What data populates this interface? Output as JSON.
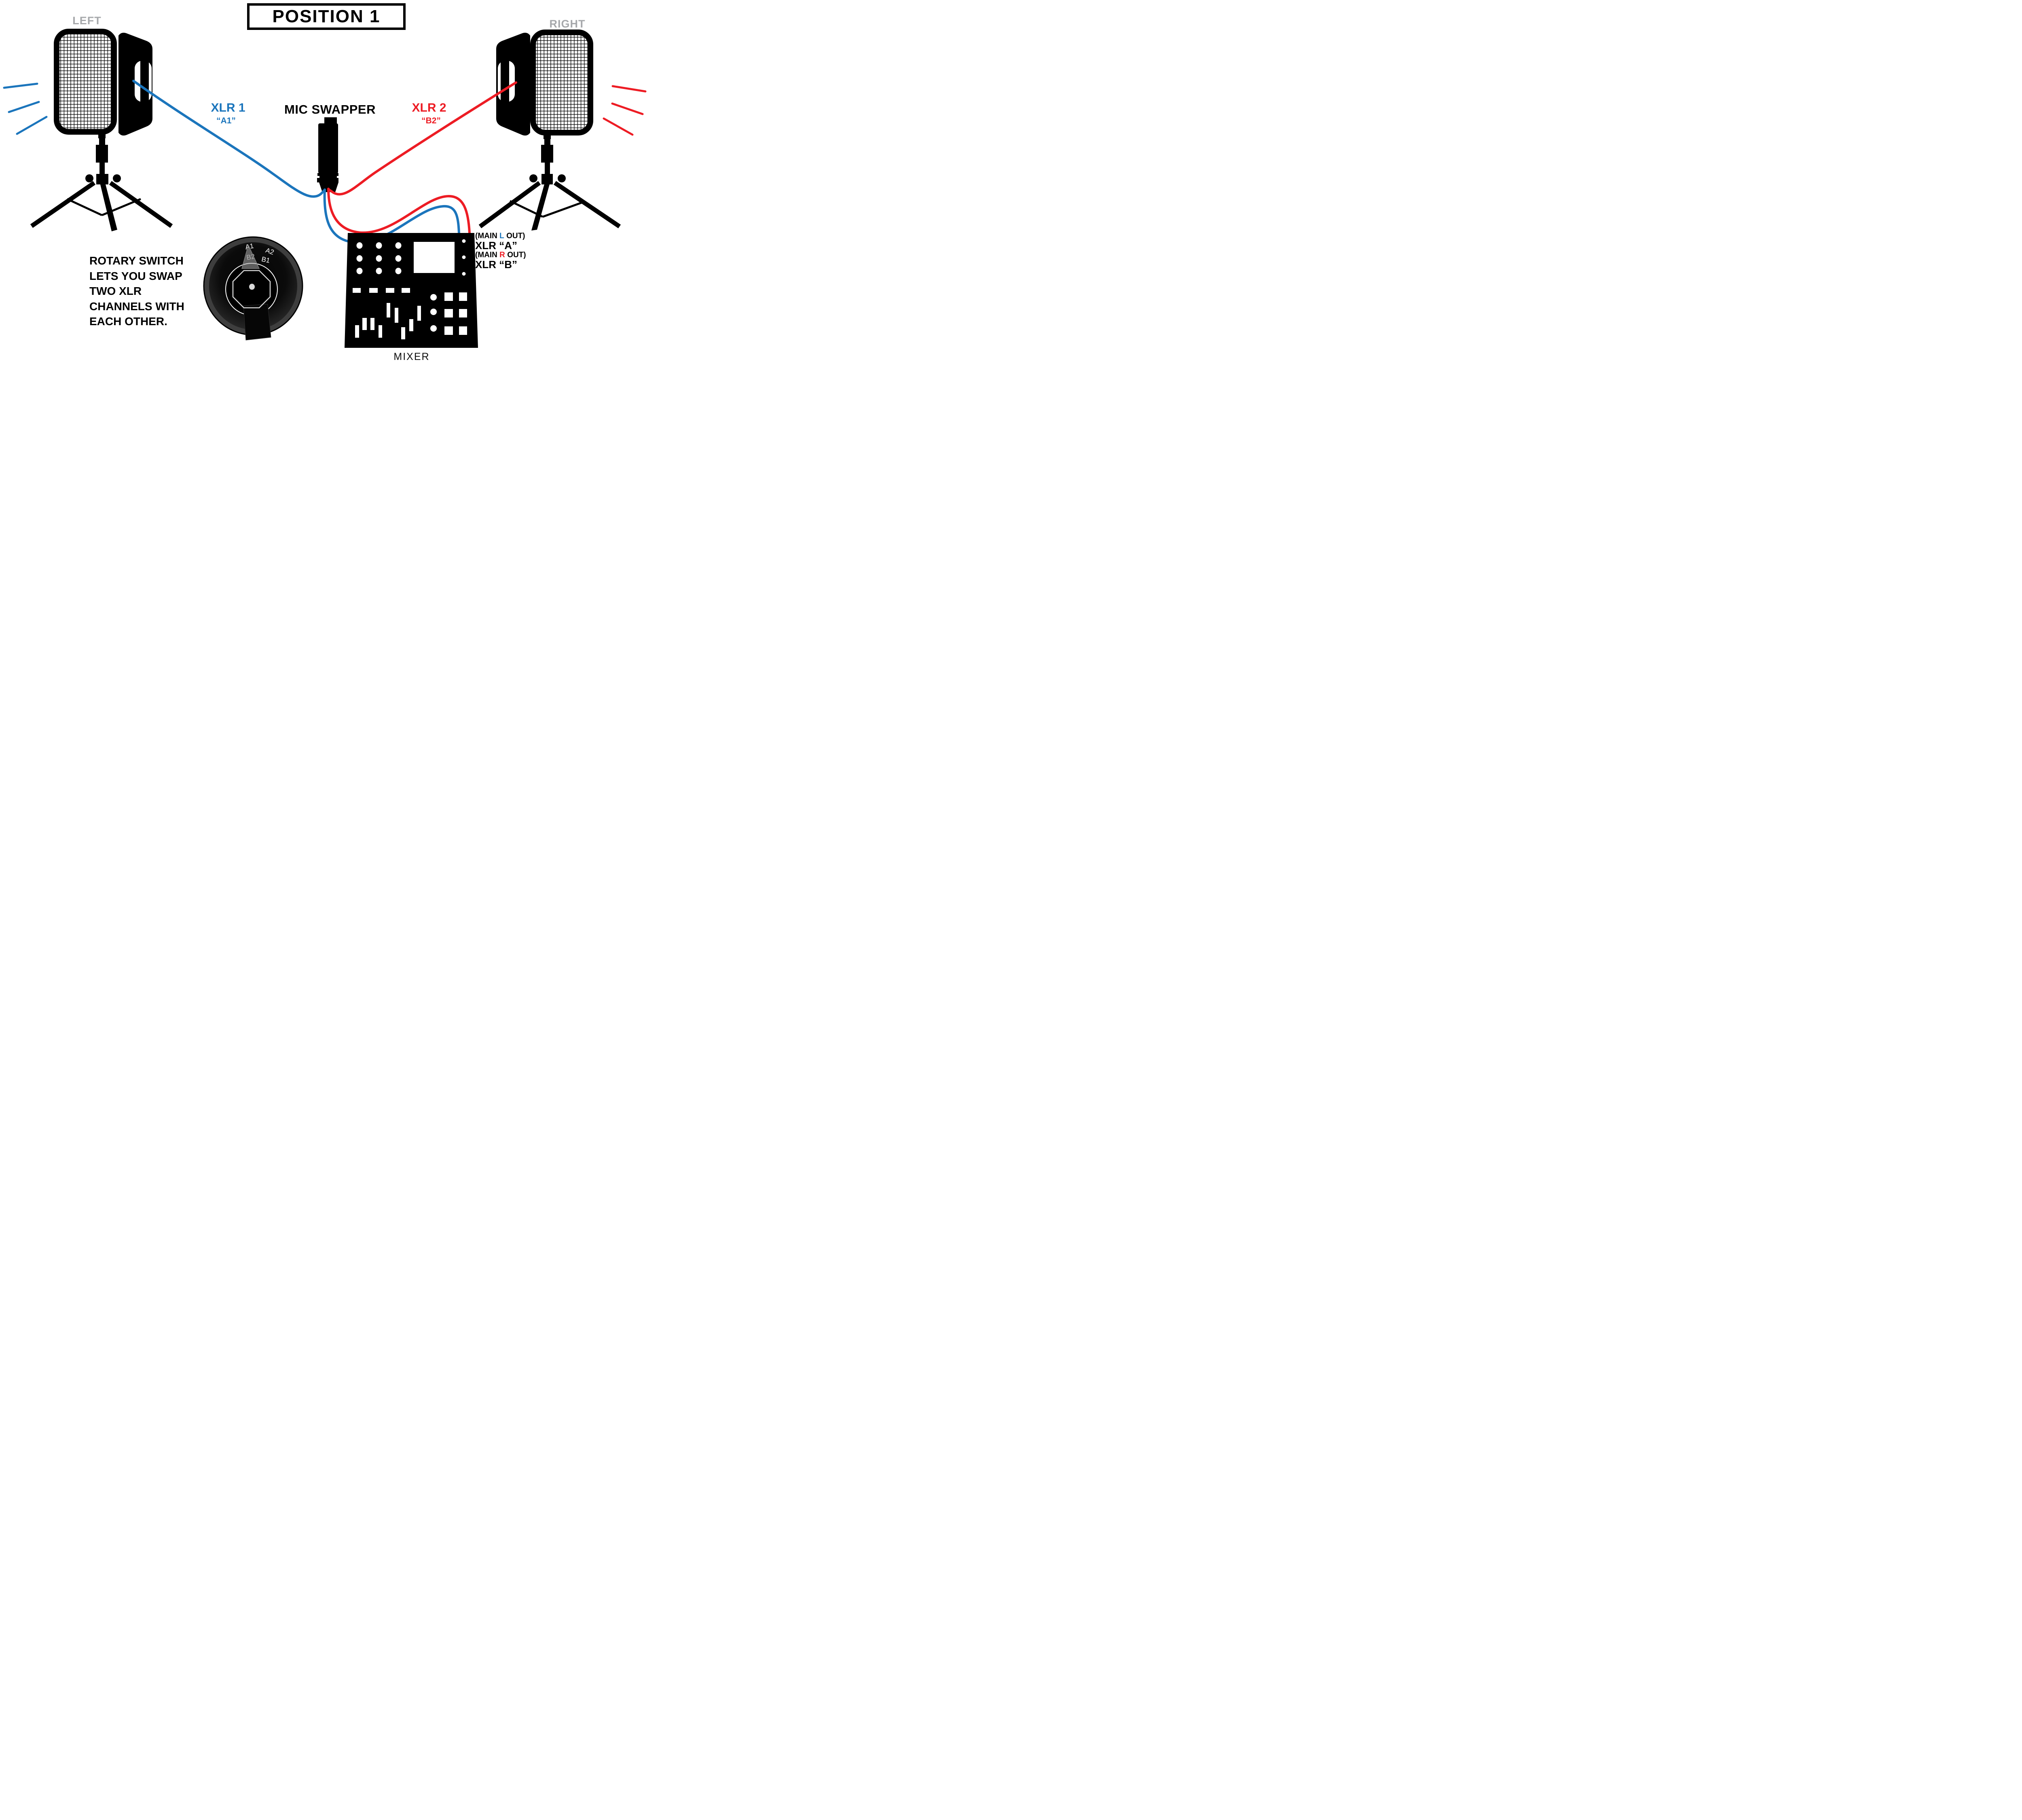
{
  "title": "POSITION 1",
  "colors": {
    "cable_blue": "#1b75bc",
    "cable_red": "#ed1c24",
    "label_gray": "#a6a8ab"
  },
  "speakers": {
    "left_label": "LEFT",
    "right_label": "RIGHT"
  },
  "cables": {
    "xlr1": {
      "name": "XLR 1",
      "tag": "“A1”",
      "color": "#1b75bc"
    },
    "xlr2": {
      "name": "XLR 2",
      "tag": "“B2”",
      "color": "#ed1c24"
    }
  },
  "swapper": {
    "label": "MIC SWAPPER"
  },
  "rotary": {
    "positions": [
      "A1",
      "A2",
      "B2",
      "B1"
    ],
    "selected": "A1",
    "description_lines": [
      "ROTARY SWITCH",
      "LETS YOU SWAP",
      "TWO XLR",
      "CHANNELS WITH",
      "EACH OTHER."
    ]
  },
  "mixer": {
    "label": "MIXER",
    "outputs": [
      {
        "prefix": "(MAIN",
        "channel": "L",
        "suffix": "OUT)",
        "channel_color": "#1b75bc",
        "jack": "XLR “A”"
      },
      {
        "prefix": "(MAIN",
        "channel": "R",
        "suffix": "OUT)",
        "channel_color": "#ed1c24",
        "jack": "XLR “B”"
      }
    ]
  }
}
